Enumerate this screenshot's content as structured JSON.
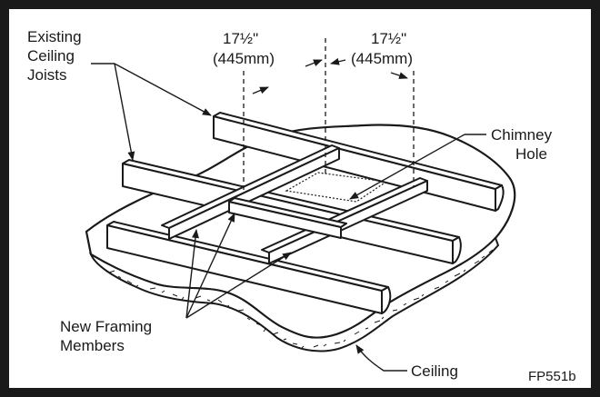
{
  "labels": {
    "existing_joists": [
      "Existing",
      "Ceiling",
      "Joists"
    ],
    "dim_left": [
      "17½\"",
      "(445mm)"
    ],
    "dim_right": [
      "17½\"",
      "(445mm)"
    ],
    "chimney_hole": [
      "Chimney",
      "Hole"
    ],
    "new_framing": [
      "New Framing",
      "Members"
    ],
    "ceiling": "Ceiling",
    "figure_code": "FP551b"
  },
  "colors": {
    "ink": "#1a1a1a",
    "paper": "#ffffff"
  }
}
